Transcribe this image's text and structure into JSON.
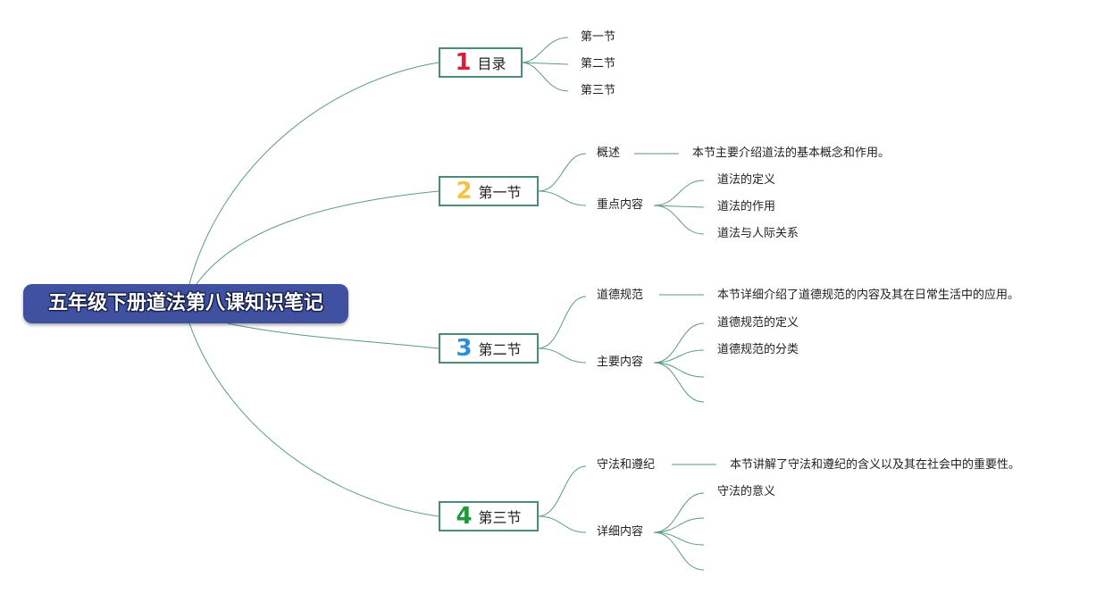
{
  "root": {
    "title": "五年级下册道法第八课知识笔记"
  },
  "branches": [
    {
      "number": "1",
      "number_color": "#d61f3a",
      "label": "目录",
      "children": [
        "第一节",
        "第二节",
        "第三节"
      ]
    },
    {
      "number": "2",
      "number_color": "#f5c542",
      "label": "第一节",
      "overview_label": "概述",
      "overview_text": "本节主要介绍道法的基本概念和作用。",
      "detail_label": "重点内容",
      "details": [
        "道法的定义",
        "道法的作用",
        "道法与人际关系"
      ]
    },
    {
      "number": "3",
      "number_color": "#2e8fd6",
      "label": "第二节",
      "overview_label": "道德规范",
      "overview_text": "本节详细介绍了道德规范的内容及其在日常生活中的应用。",
      "detail_label": "主要内容",
      "details": [
        "道德规范的定义",
        "道德规范的分类",
        "",
        ""
      ]
    },
    {
      "number": "4",
      "number_color": "#1f9a3a",
      "label": "第三节",
      "overview_label": "守法和遵纪",
      "overview_text": "本节讲解了守法和遵纪的含义以及其在社会中的重要性。",
      "detail_label": "详细内容",
      "details": [
        "守法的意义",
        "",
        "",
        ""
      ]
    }
  ],
  "colors": {
    "root_fill": "#3f51a0",
    "node_border": "#4a8c79",
    "line": "#5a9a86"
  }
}
